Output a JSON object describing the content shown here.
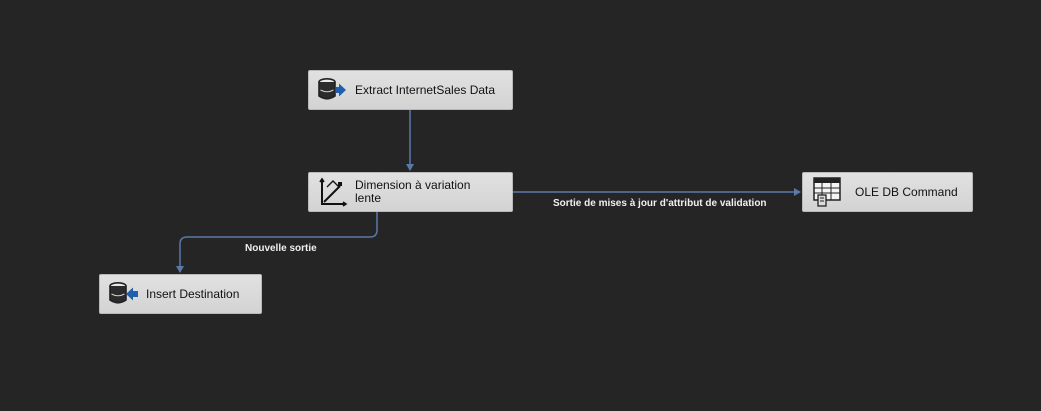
{
  "nodes": {
    "extract": {
      "label": "Extract InternetSales Data",
      "icon": "ole-db-source-icon"
    },
    "scd": {
      "label": "Dimension à variation lente",
      "icon": "slowly-changing-dimension-icon"
    },
    "oledb_command": {
      "label": "OLE DB Command",
      "icon": "ole-db-command-icon"
    },
    "insert": {
      "label": "Insert Destination",
      "icon": "ole-db-destination-icon"
    }
  },
  "paths": {
    "extract_to_scd": {
      "label": ""
    },
    "scd_to_insert": {
      "label": "Nouvelle sortie"
    },
    "scd_to_oledb": {
      "label": "Sortie de mises à jour d'attribut de validation"
    }
  },
  "colors": {
    "canvas": "#252526",
    "connector": "#5b79a8",
    "node_fill": "#dcdcdc",
    "icon_arrow": "#1f5fae"
  }
}
